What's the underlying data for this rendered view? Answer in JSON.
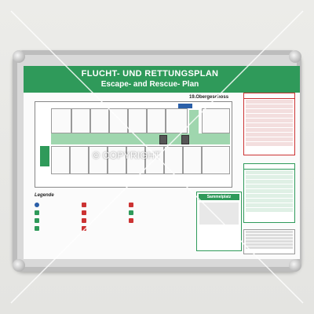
{
  "poster": {
    "title_de": "FLUCHT- UND RETTUNGSPLAN",
    "title_en": "Escape- and Rescue- Plan",
    "floor": "19.Obergeschoss",
    "legend_title": "Legende",
    "assembly_label": "Sammelplatz"
  },
  "watermark": "© COPYRIGHT",
  "colors": {
    "green": "#2f9a5a",
    "red": "#cc3333",
    "frame": "#bdbdbd"
  }
}
